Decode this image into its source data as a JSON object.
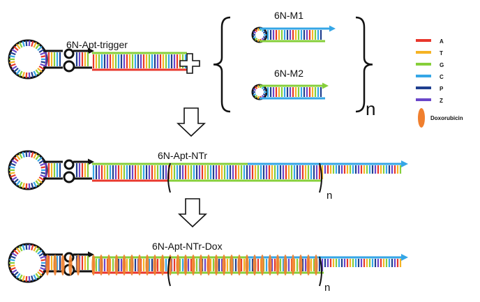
{
  "labels": {
    "step1": "6N-Apt-trigger",
    "m1": "6N-M1",
    "m2": "6N-M2",
    "repeat_n": "n",
    "step2": "6N-Apt-NTr",
    "step2_n": "n",
    "step3": "6N-Apt-NTr-Dox",
    "step3_n": "n"
  },
  "legend": [
    {
      "label": "A",
      "color": "#e8372c"
    },
    {
      "label": "T",
      "color": "#f5b324"
    },
    {
      "label": "G",
      "color": "#86cf3a"
    },
    {
      "label": "C",
      "color": "#35a6e6"
    },
    {
      "label": "P",
      "color": "#1f3f8f"
    },
    {
      "label": "Z",
      "color": "#6a46c9"
    }
  ],
  "drug": {
    "label": "Doxorubicin",
    "color": "#f07f2e"
  },
  "colors": {
    "backbone": "#111111",
    "trigger_strand": "#e8372c",
    "m1_strand": "#86cf3a",
    "m2_strand": "#35a6e6",
    "arrow": "#111111"
  }
}
